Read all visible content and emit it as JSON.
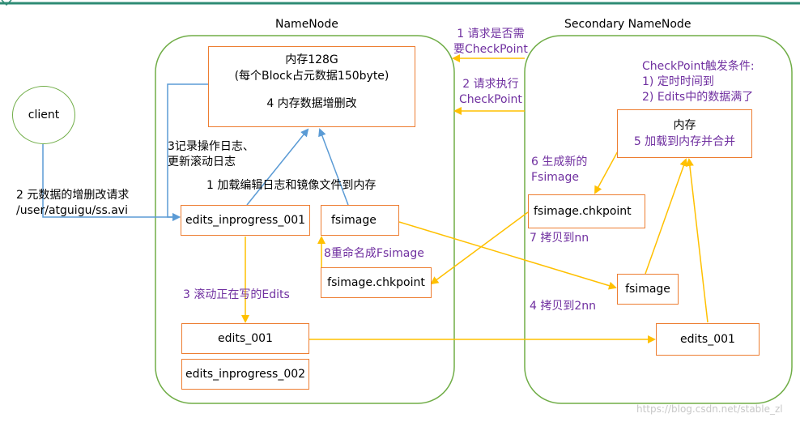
{
  "colors": {
    "container_border": "#70AD47",
    "box_border": "#ED7D31",
    "blue_arrow": "#5B9BD5",
    "yellow_arrow": "#FFC000",
    "purple_text": "#7030A0",
    "top_bar": "#2E8B74"
  },
  "namenode": {
    "title": "NameNode",
    "memory_box": {
      "line1": "内存128G",
      "line2": "(每个Block占元数据150byte)",
      "line3": "4 内存数据增删改"
    },
    "edits_inprogress_001": "edits_inprogress_001",
    "fsimage": "fsimage",
    "fsimage_chkpoint": "fsimage.chkpoint",
    "edits_001": "edits_001",
    "edits_inprogress_002": "edits_inprogress_002"
  },
  "secondary": {
    "title": "Secondary NameNode",
    "trigger_title": "CheckPoint触发条件:",
    "trigger_1": "1) 定时时间到",
    "trigger_2": "2) Edits中的数据满了",
    "memory_line1": "内存",
    "memory_line2": "5 加载到内存并合并",
    "fsimage_chkpoint": "fsimage.chkpoint",
    "fsimage": "fsimage",
    "edits_001": "edits_001"
  },
  "client": "client",
  "labels": {
    "req_checkpoint_1": "1 请求是否需",
    "req_checkpoint_2": "要CheckPoint",
    "exec_checkpoint_1": "2 请求执行",
    "exec_checkpoint_2": "CheckPoint",
    "log_1": "3记录操作日志、",
    "log_2": "更新滚动日志",
    "load": "1 加载编辑日志和镜像文件到内存",
    "client_req_1": "2 元数据的增删改请求",
    "client_req_2": "/user/atguigu/ss.avi",
    "rename": "8重命名成Fsimage",
    "roll": "3 滚动正在写的Edits",
    "gen_fsimage_1": "6 生成新的",
    "gen_fsimage_2": "Fsimage",
    "copy_nn": "7 拷贝到nn",
    "copy_2nn": "4 拷贝到2nn"
  },
  "watermark": "https://blog.csdn.net/stable_zl"
}
